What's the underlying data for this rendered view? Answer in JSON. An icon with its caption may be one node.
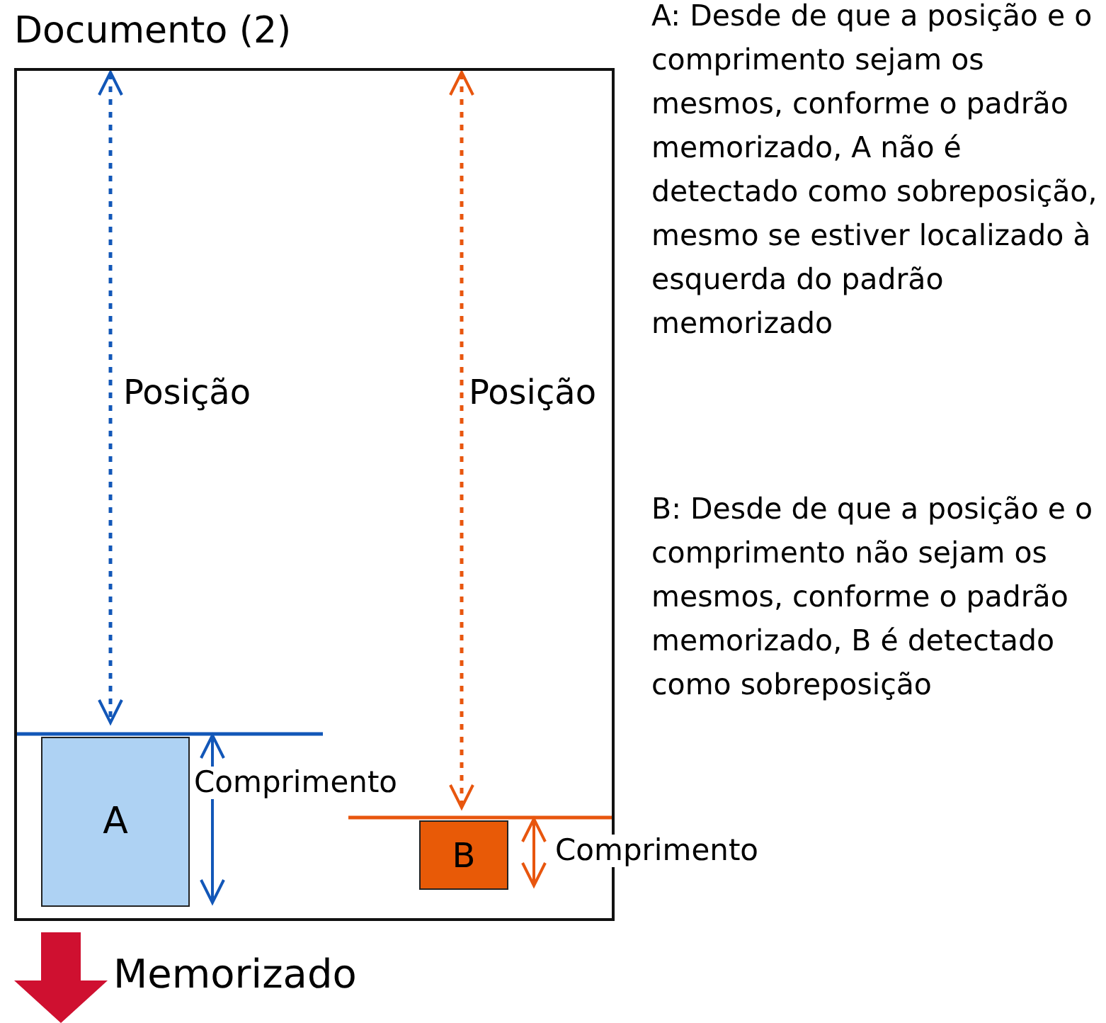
{
  "diagram": {
    "nodes": [
      {
        "text": [
          "Documento (2)"
        ]
      },
      {
        "text": [
          "A"
        ],
        "in": 0
      },
      {
        "text": [
          "B"
        ],
        "in": 0
      }
    ],
    "labels": [
      "Posição",
      "Posição",
      "Comprimento",
      "Comprimento",
      "Memorizado",
      "A: Desde de que a posição e o comprimento sejam os mesmos, conforme o padrão memorizado, A não é detectado como sobreposição, mesmo se estiver localizado à esquerda do padrão memorizado",
      "B: Desde de que a posição e o comprimento não sejam os mesmos, conforme o padrão memorizado, B é detectado como sobreposição"
    ]
  }
}
